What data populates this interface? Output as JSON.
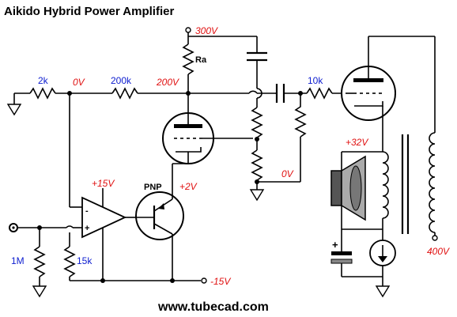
{
  "title": "Aikido Hybrid Power Amplifier",
  "website": "www.tubecad.com",
  "colors": {
    "voltage": "#e01010",
    "value": "#1020d0",
    "ink": "#000000"
  },
  "voltages": {
    "top_b_plus": "300V",
    "plate_node": "200V",
    "input_bias": "0V",
    "grid_ref": "0V",
    "op_amp_supply": "+15V",
    "emitter": "+2V",
    "speaker_supply": "+32V",
    "negative_rail": "-15V",
    "output_b_plus": "400V"
  },
  "values": {
    "r_input": "2k",
    "r_series": "200k",
    "r_grid_stopper": "10k",
    "r_ground": "1M",
    "r_feedback": "15k"
  },
  "labels": {
    "ra": "Ra",
    "pnp": "PNP",
    "opamp_minus": "-",
    "opamp_plus": "+"
  },
  "icons": [
    "ground-icon",
    "resistor-icon",
    "capacitor-icon",
    "triode-icon",
    "op-amp-icon",
    "transistor-icon",
    "speaker-icon",
    "transformer-icon",
    "current-source-icon",
    "input-jack-icon"
  ]
}
